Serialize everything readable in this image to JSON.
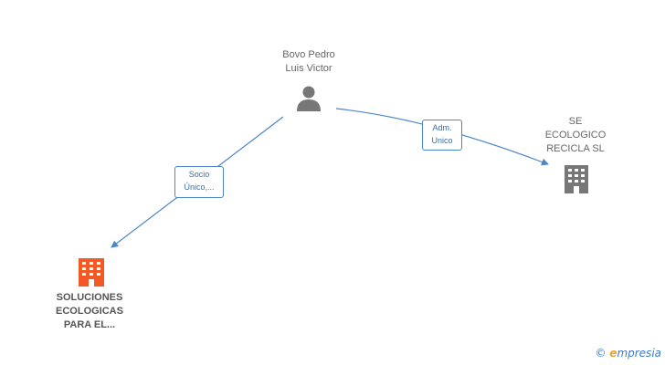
{
  "nodes": {
    "person": {
      "label": "Bovo Pedro\nLuis Victor",
      "icon": "person-icon",
      "color": "#777777"
    },
    "company_right": {
      "label": "SE\nECOLOGICO\nRECICLA SL",
      "icon": "building-icon",
      "color": "#777777"
    },
    "company_left": {
      "label": "SOLUCIONES\nECOLOGICAS\nPARA EL...",
      "icon": "building-icon",
      "color": "#f15a24"
    }
  },
  "edges": {
    "to_right": {
      "label": "Adm.\nUnico"
    },
    "to_left": {
      "label": "Socio\nÚnico,..."
    }
  },
  "colors": {
    "edge": "#4a86c8"
  },
  "watermark": {
    "symbol": "©",
    "brand_initial": "e",
    "brand_rest": "mpresia"
  }
}
